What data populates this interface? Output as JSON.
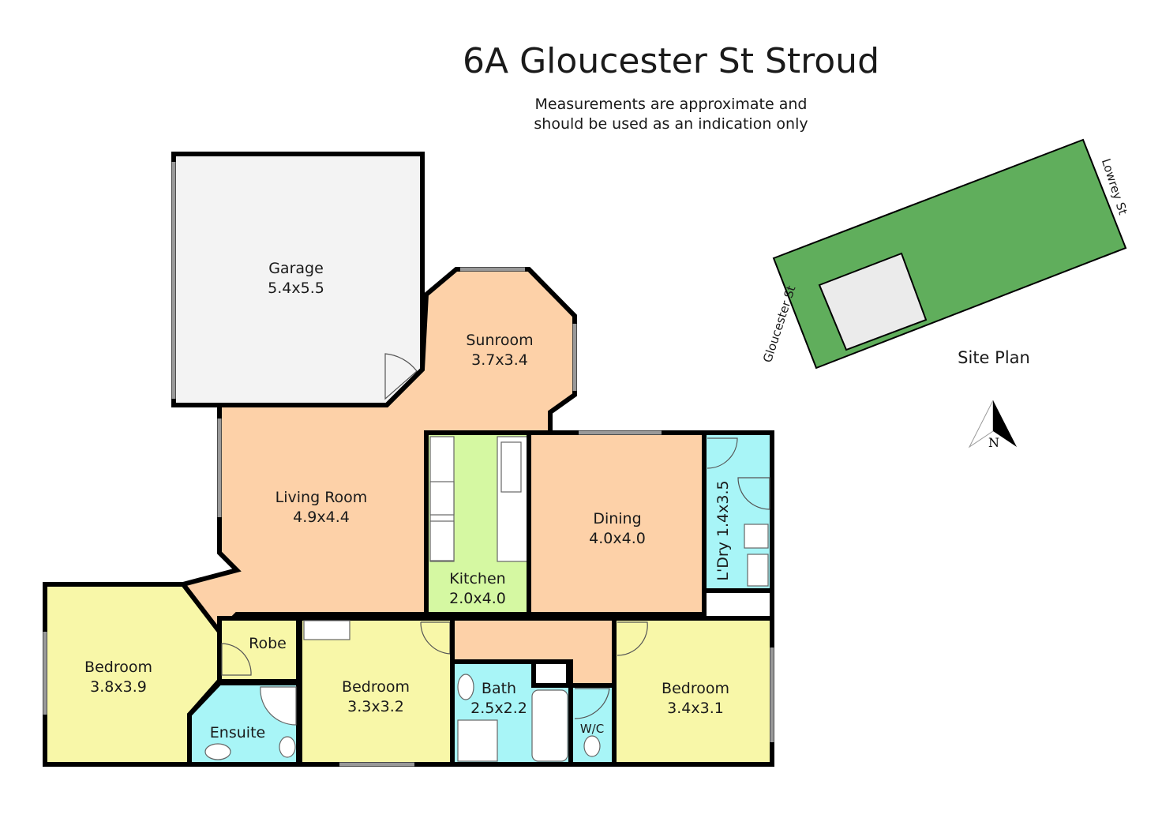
{
  "title": "6A Gloucester St Stroud",
  "note_line1": "Measurements are approximate and",
  "note_line2": "should be used as an indication only",
  "colors": {
    "living": "#FDD1A8",
    "garage": "#F3F3F3",
    "kitchen": "#D5F8A2",
    "wet": "#A8F5F7",
    "bedroom": "#F8F7A8",
    "lot": "#60AE5C",
    "building": "#EBEBEB"
  },
  "rooms": {
    "garage": {
      "name": "Garage",
      "size": "5.4x5.5"
    },
    "sunroom": {
      "name": "Sunroom",
      "size": "3.7x3.4"
    },
    "living": {
      "name": "Living Room",
      "size": "4.9x4.4"
    },
    "kitchen": {
      "name": "Kitchen",
      "size": "2.0x4.0"
    },
    "dining": {
      "name": "Dining",
      "size": "4.0x4.0"
    },
    "laundry": {
      "name": "L'Dry 1.4x3.5"
    },
    "bedroom1": {
      "name": "Bedroom",
      "size": "3.8x3.9"
    },
    "robe": {
      "name": "Robe"
    },
    "ensuite": {
      "name": "Ensuite"
    },
    "bedroom2": {
      "name": "Bedroom",
      "size": "3.3x3.2"
    },
    "bath": {
      "name": "Bath",
      "size": "2.5x2.2"
    },
    "wc": {
      "name": "W/C"
    },
    "bedroom3": {
      "name": "Bedroom",
      "size": "3.4x3.1"
    }
  },
  "site_plan": {
    "label": "Site Plan",
    "street_front": "Gloucester St",
    "street_rear": "Lowrey St",
    "north": "N"
  }
}
